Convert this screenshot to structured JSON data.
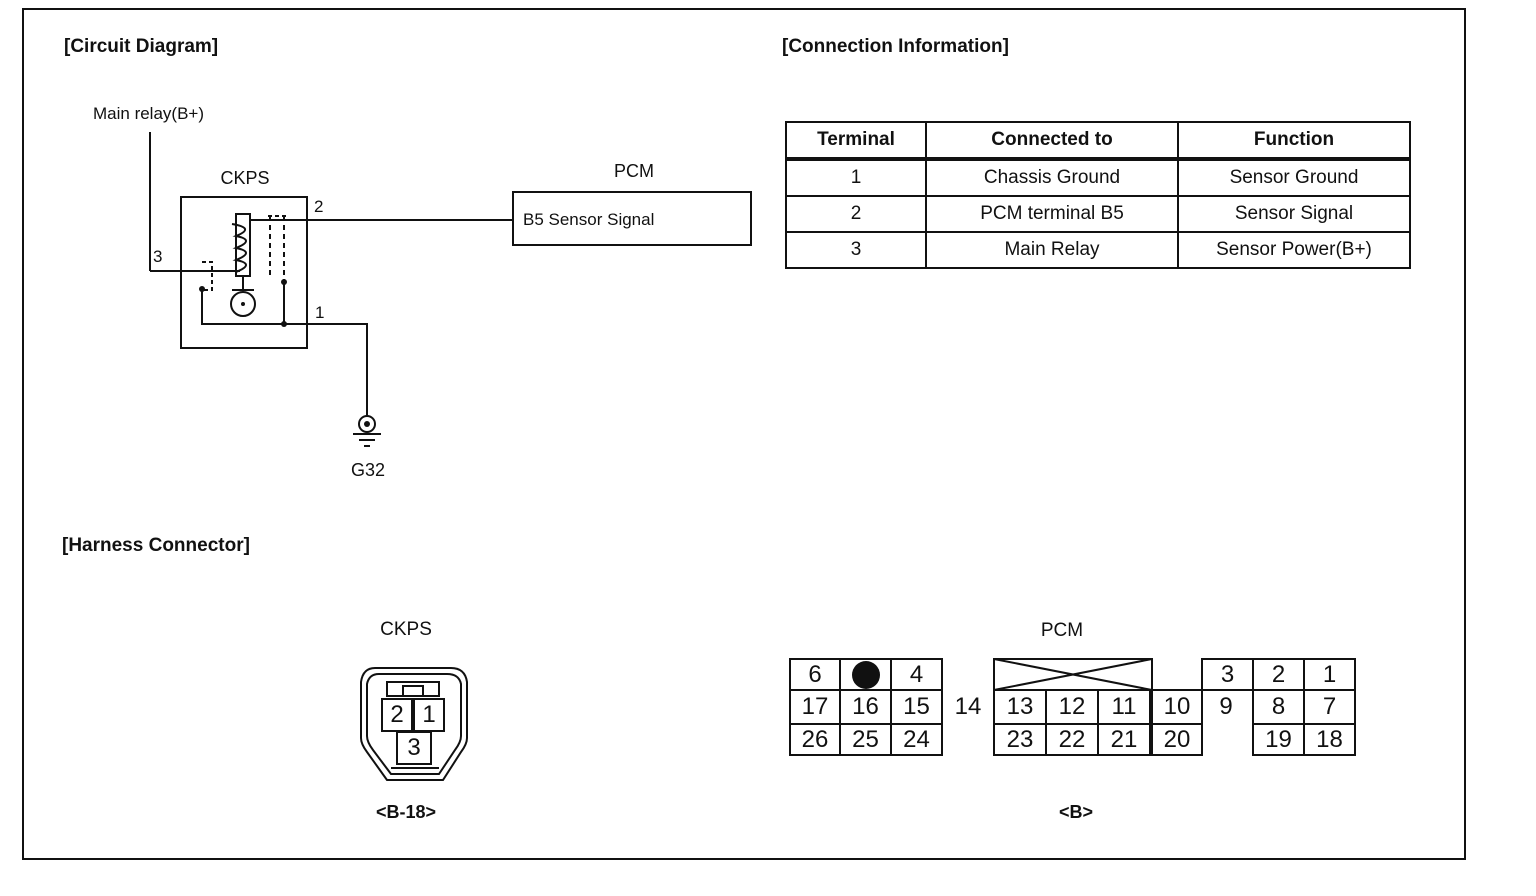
{
  "sections": {
    "circuit": "[Circuit Diagram]",
    "connection": "[Connection Information]",
    "harness": "[Harness Connector]"
  },
  "circuit": {
    "main_relay": "Main relay(B+)",
    "ckps": "CKPS",
    "pcm": "PCM",
    "pcm_signal": "B5 Sensor Signal",
    "pin_2": "2",
    "pin_3": "3",
    "pin_1": "1",
    "ground": "G32"
  },
  "table": {
    "headers": [
      "Terminal",
      "Connected to",
      "Function"
    ],
    "rows": [
      [
        "1",
        "Chassis Ground",
        "Sensor Ground"
      ],
      [
        "2",
        "PCM terminal B5",
        "Sensor Signal"
      ],
      [
        "3",
        "Main Relay",
        "Sensor Power(B+)"
      ]
    ]
  },
  "harness": {
    "ckps": {
      "title": "CKPS",
      "pins": [
        "2",
        "1",
        "3"
      ],
      "code": "<B-18>"
    },
    "pcm": {
      "title": "PCM",
      "code": "<B>",
      "row1": [
        "6",
        "",
        "4",
        "3",
        "2",
        "1"
      ],
      "row2": [
        "17",
        "16",
        "15",
        "14",
        "13",
        "12",
        "11",
        "10",
        "9",
        "8",
        "7"
      ],
      "row3": [
        "26",
        "25",
        "24",
        "23",
        "22",
        "21",
        "20",
        "19",
        "18"
      ]
    }
  }
}
